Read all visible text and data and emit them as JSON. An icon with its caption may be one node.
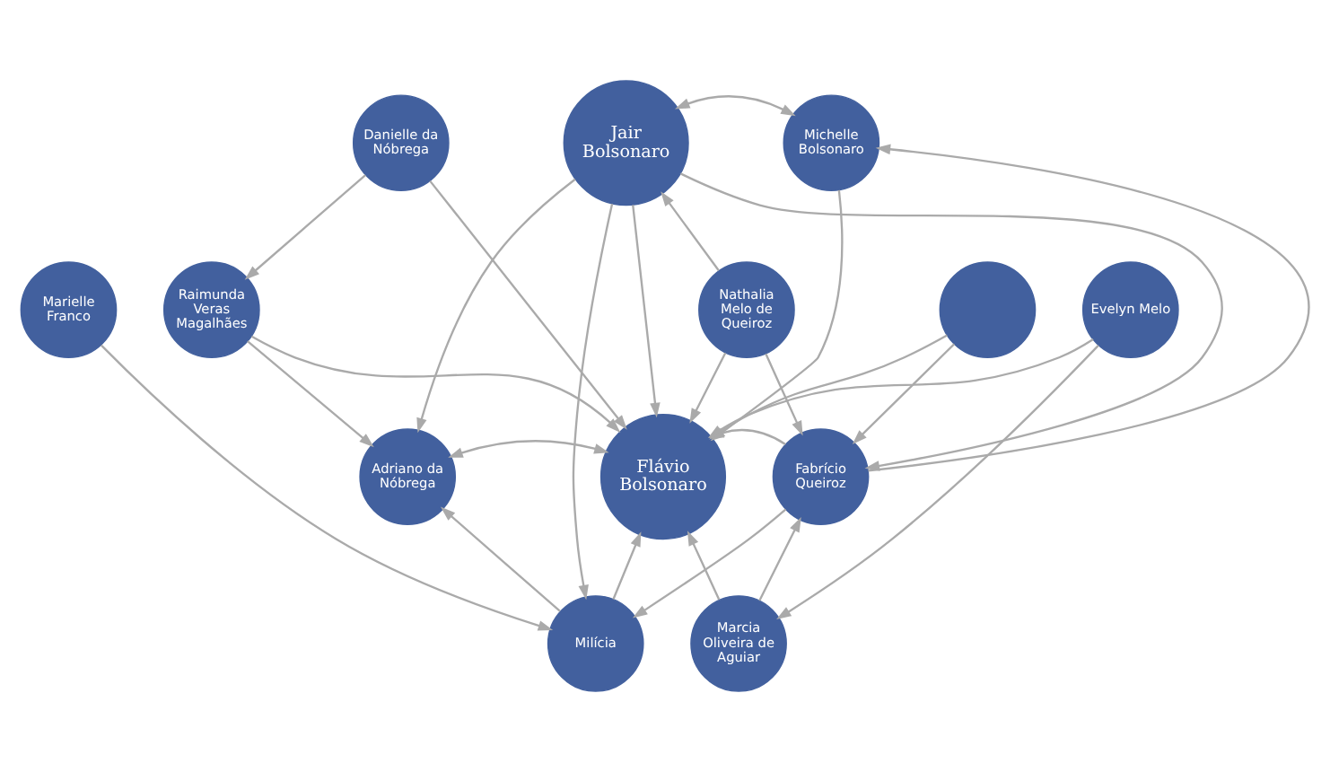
{
  "diagram": {
    "nodes": [
      {
        "text": [
          "Danielle da Nóbrega"
        ]
      },
      {
        "text": [
          "Jair Bolsonaro"
        ]
      },
      {
        "text": [
          "Michelle Bolsonaro"
        ]
      },
      {
        "text": [
          "Raimunda Veras Magalhães"
        ]
      },
      {
        "text": [
          "Nathalia Melo de Queiroz"
        ]
      },
      {
        "text": [
          "Adriano da Nóbrega"
        ]
      },
      {
        "text": [
          "Flávio Bolsonaro"
        ]
      },
      {
        "text": [
          "Fabrício Queiroz"
        ]
      },
      {
        "text": [
          "Milícia"
        ]
      },
      {
        "text": [
          "Marcia Oliveira de Aguiar"
        ]
      },
      {
        "text": [
          "Marielle Franco"
        ]
      },
      {
        "text": [],
        "shape": "circle"
      },
      {
        "text": [
          "Evelyn Melo"
        ]
      }
    ],
    "edges": [
      {
        "from": 1,
        "to": 2,
        "arrow": "both"
      },
      {
        "from": 0,
        "to": 3,
        "arrow": "to"
      },
      {
        "from": 0,
        "to": 6,
        "arrow": "to"
      },
      {
        "from": 1,
        "to": 5,
        "arrow": "to"
      },
      {
        "from": 1,
        "to": 8,
        "arrow": "to"
      },
      {
        "from": 1,
        "to": 6,
        "arrow": "to"
      },
      {
        "from": 1,
        "to": 7,
        "arrow": "to"
      },
      {
        "from": 4,
        "to": 1,
        "arrow": "to"
      },
      {
        "from": 2,
        "to": 6,
        "arrow": "to"
      },
      {
        "from": 7,
        "to": 2,
        "arrow": "to"
      },
      {
        "from": 3,
        "to": 5,
        "arrow": "to"
      },
      {
        "from": 3,
        "to": 6,
        "arrow": "to"
      },
      {
        "from": 4,
        "to": 6,
        "arrow": "to"
      },
      {
        "from": 4,
        "to": 7,
        "arrow": "to"
      },
      {
        "from": 5,
        "to": 6,
        "arrow": "both"
      },
      {
        "from": 7,
        "to": 6,
        "arrow": "to"
      },
      {
        "from": 7,
        "to": 8,
        "arrow": "to"
      },
      {
        "from": 8,
        "to": 5,
        "arrow": "to"
      },
      {
        "from": 8,
        "to": 6,
        "arrow": "to"
      },
      {
        "from": 9,
        "to": 6,
        "arrow": "to"
      },
      {
        "from": 9,
        "to": 7,
        "arrow": "to"
      },
      {
        "from": 12,
        "to": 9,
        "arrow": "to"
      },
      {
        "from": 12,
        "to": 6,
        "arrow": "to"
      },
      {
        "from": 11,
        "to": 6,
        "arrow": "to"
      },
      {
        "from": 11,
        "to": 7,
        "arrow": "to"
      },
      {
        "from": 10,
        "to": 8,
        "arrow": "to"
      }
    ]
  }
}
